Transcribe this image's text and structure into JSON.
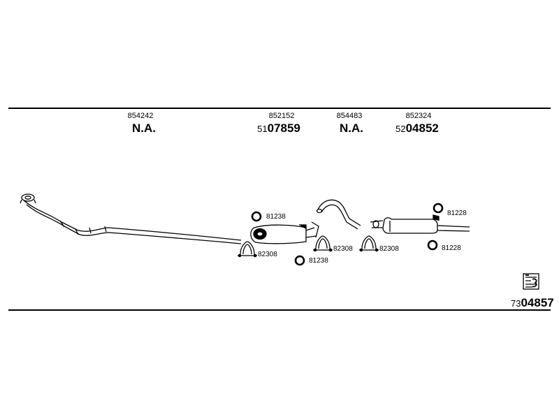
{
  "header": {
    "columns": [
      {
        "part_no": "854242",
        "kit_prefix": "",
        "kit_main": "N.A."
      },
      {
        "part_no": "852152",
        "kit_prefix": "51",
        "kit_main": "07859"
      },
      {
        "part_no": "854483",
        "kit_prefix": "",
        "kit_main": "N.A."
      },
      {
        "part_no": "852324",
        "kit_prefix": "52",
        "kit_main": "04852"
      }
    ]
  },
  "labels": {
    "ring_a": "81238",
    "clamp_a": "82308",
    "ring_b": "81238",
    "clamp_b": "82308",
    "clamp_c": "82308",
    "ring_c": "81228",
    "ring_d": "81228"
  },
  "footer": {
    "set_prefix": "73",
    "set_main": "04857",
    "icon": "document-icon"
  }
}
